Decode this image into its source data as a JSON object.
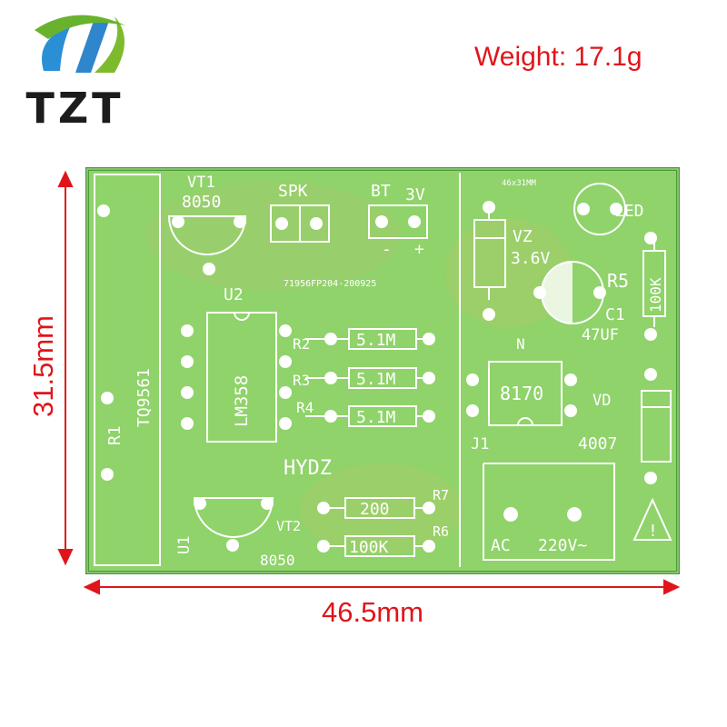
{
  "brand": {
    "logo_text": "TZT"
  },
  "weight_label": "Weight: 17.1g",
  "dimensions": {
    "width": "46.5mm",
    "height": "31.5mm"
  },
  "colors": {
    "accent_red": "#e0151a",
    "pcb_green": "#8fd36a",
    "pcb_edge": "#4a9a3a",
    "silkscreen": "#ffffff"
  },
  "pcb": {
    "labels": {
      "vt1": "VT1",
      "vt1_part": "8050",
      "spk": "SPK",
      "bt": "BT",
      "bt_volt": "3V",
      "bt_minus": "-",
      "bt_plus": "+",
      "u2": "U2",
      "u2_part": "LM358",
      "code": "71956FP204-200925",
      "tq": "TQ9561",
      "r1": "R1",
      "r2": "R2",
      "r3": "R3",
      "r4": "R4",
      "r2_val": "5.1M",
      "r3_val": "5.1M",
      "r4_val": "5.1M",
      "hydz": "HYDZ",
      "u1": "U1",
      "vt2": "VT2",
      "vt2_part": "8050",
      "r7": "R7",
      "r7_val": "200",
      "r6": "R6",
      "r6_val": "100K",
      "size_mark": "46x31MM",
      "led": "LED",
      "vz": "VZ",
      "vz_val": "3.6V",
      "r5": "R5",
      "r5_val": "100K",
      "c1": "C1",
      "c1_val": "47UF",
      "n": "N",
      "n_part": "8170",
      "vd": "VD",
      "vd_part": "4007",
      "j1": "J1",
      "ac": "AC",
      "ac_volt": "220V~",
      "warn": "!"
    }
  }
}
